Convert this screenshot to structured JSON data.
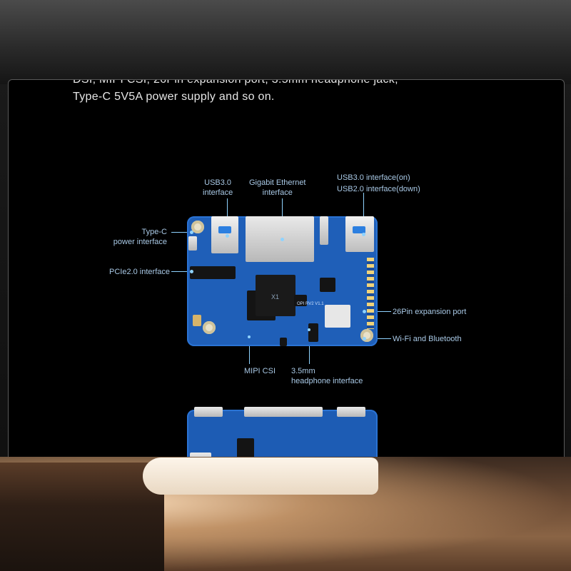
{
  "intro": {
    "line1": "DSI, MIPI CSI, 26Pin expansion port, 3.5mm headphone jack,",
    "line2": "Type-C 5V5A power supply and so on."
  },
  "labels": {
    "usb3_iface": [
      "USB3.0",
      "interface"
    ],
    "gigabit_eth": [
      "Gigabit Ethernet",
      "interface"
    ],
    "usb_on_down": [
      "USB3.0 interface(on)",
      "USB2.0 interface(down)"
    ],
    "typec_power": [
      "Type-C",
      "power interface"
    ],
    "pcie": "PCIe2.0 interface",
    "pin26": "26Pin expansion port",
    "wifi_bt": "Wi-Fi and Bluetooth",
    "mipi_csi": "MIPI CSI",
    "headphone": [
      "3.5mm",
      "headphone interface"
    ]
  },
  "board": {
    "soc_text": "X1",
    "silk_text": "OPI RV2 V1.1"
  },
  "colors": {
    "board": "#1f5fb8",
    "callout": "#8fd3ff",
    "label": "#a9c9e6"
  }
}
